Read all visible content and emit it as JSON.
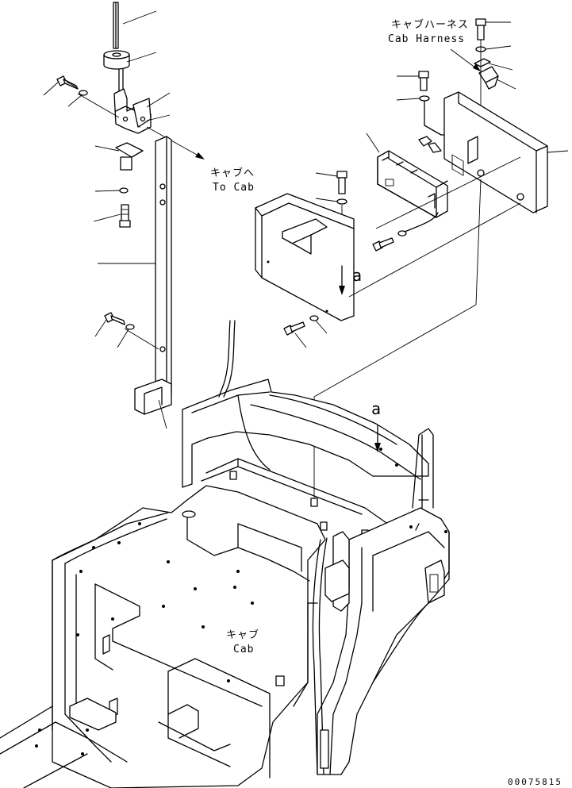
{
  "labels": {
    "cab_harness_jp": "キャブハーネス",
    "cab_harness_en": "Cab Harness",
    "to_cab_jp": "キャブへ",
    "to_cab_en": "To Cab",
    "cab_jp": "キャブ",
    "cab_en": "Cab",
    "ref_a_upper": "a",
    "ref_a_lower": "a"
  },
  "drawing_number": "00075815"
}
